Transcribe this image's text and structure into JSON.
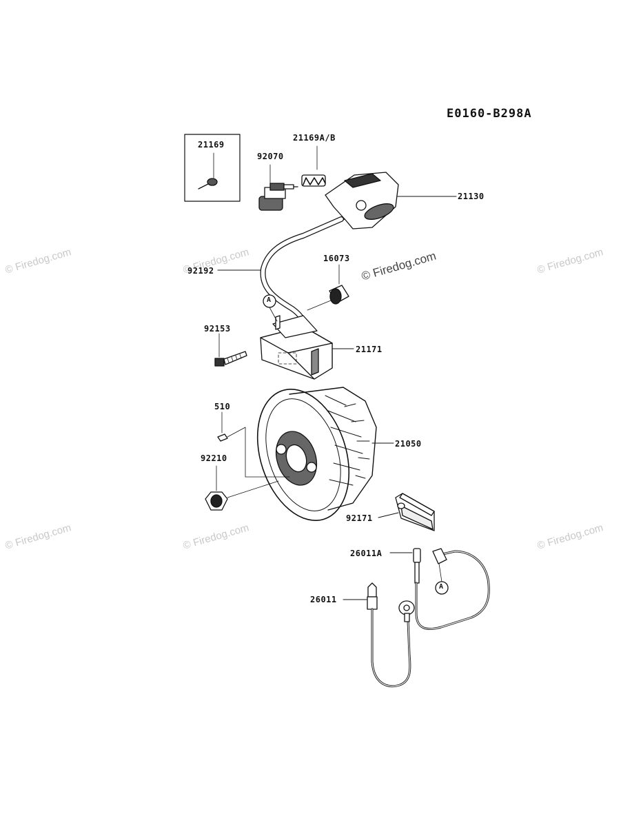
{
  "diagram_code": "E0160-B298A",
  "watermark": "© Firedog.com",
  "parts": {
    "p21169": "21169",
    "p21169ab": "21169A/B",
    "p92070": "92070",
    "p21130": "21130",
    "p92192": "92192",
    "p16073": "16073",
    "pA1": "A",
    "p92153": "92153",
    "p21171": "21171",
    "p510": "510",
    "p21050": "21050",
    "p92210": "92210",
    "p92171": "92171",
    "p26011A": "26011A",
    "pA2": "A",
    "p26011": "26011"
  }
}
